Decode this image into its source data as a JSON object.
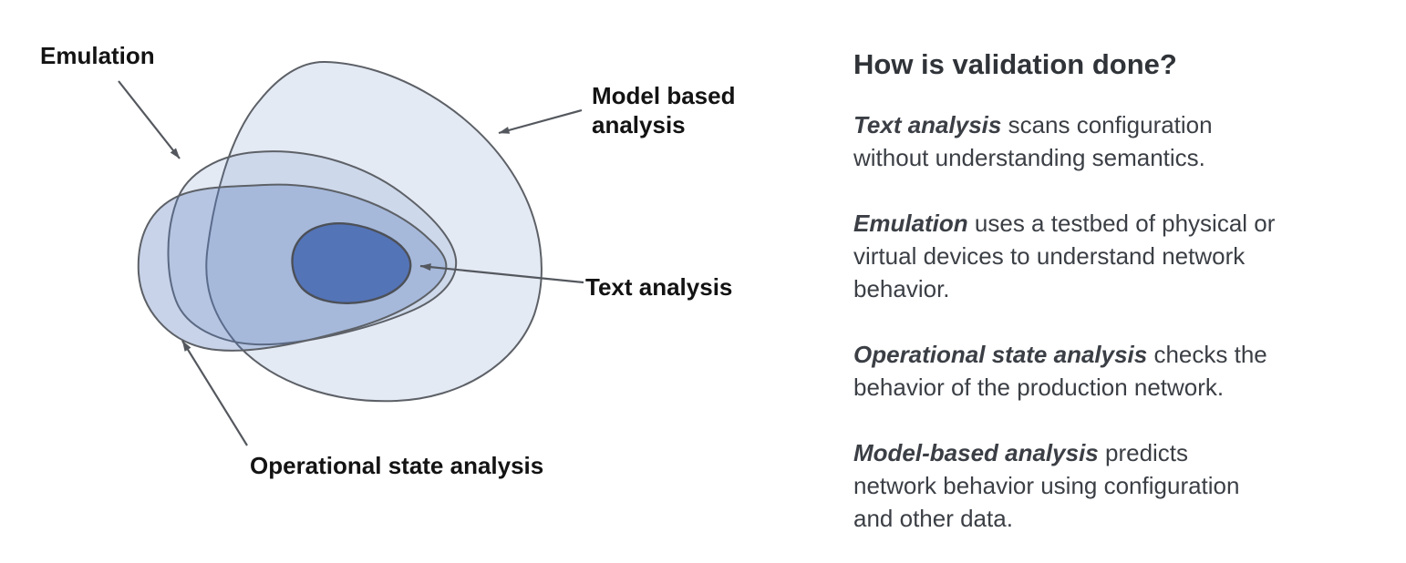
{
  "diagram": {
    "labels": {
      "emulation": "Emulation",
      "model_based": "Model based analysis",
      "text_analysis": "Text analysis",
      "operational": "Operational state analysis"
    },
    "colors": {
      "blob_fill_model": "rgba(88,122,188,0.16)",
      "blob_fill_emulation": "rgba(88,122,188,0.16)",
      "blob_fill_operational": "rgba(88,122,188,0.33)",
      "blob_fill_text_analysis": "#5474b8",
      "blob_stroke": "#5d6167",
      "arrow_color": "#54585e",
      "diagram_label_color": "#131313",
      "body_text_color": "#3b3f45"
    }
  },
  "panel": {
    "heading": "How is validation done?",
    "paragraphs": [
      {
        "lead": "Text analysis",
        "l1": " scans configuration",
        "l2": "without understanding semantics."
      },
      {
        "lead": "Emulation",
        "l1": " uses a testbed of physical or",
        "l2": "virtual devices to understand network",
        "l3": "behavior."
      },
      {
        "lead": "Operational state analysis",
        "l1": " checks the",
        "l2": "behavior of the production network."
      },
      {
        "lead": "Model-based analysis",
        "l1": " predicts",
        "l2": "network behavior using configuration",
        "l3": "and other data."
      }
    ]
  }
}
